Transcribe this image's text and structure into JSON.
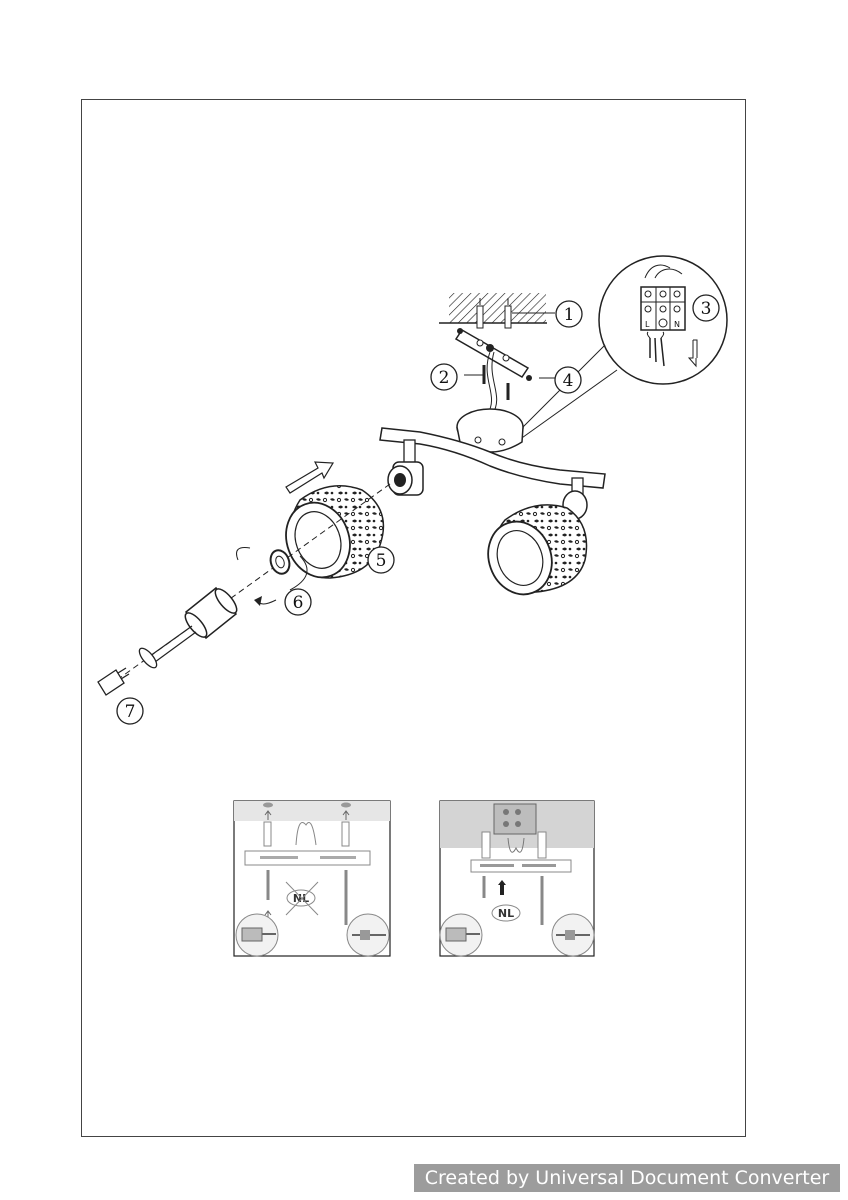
{
  "callouts": {
    "c1": "1",
    "c2": "2",
    "c3": "3",
    "c4": "4",
    "c5": "5",
    "c6": "6",
    "c7": "7"
  },
  "terminal": {
    "live": "L",
    "neutral": "N"
  },
  "insets": {
    "left_badge": "NL",
    "right_badge": "NL"
  },
  "watermark": "Created by Universal Document Converter"
}
